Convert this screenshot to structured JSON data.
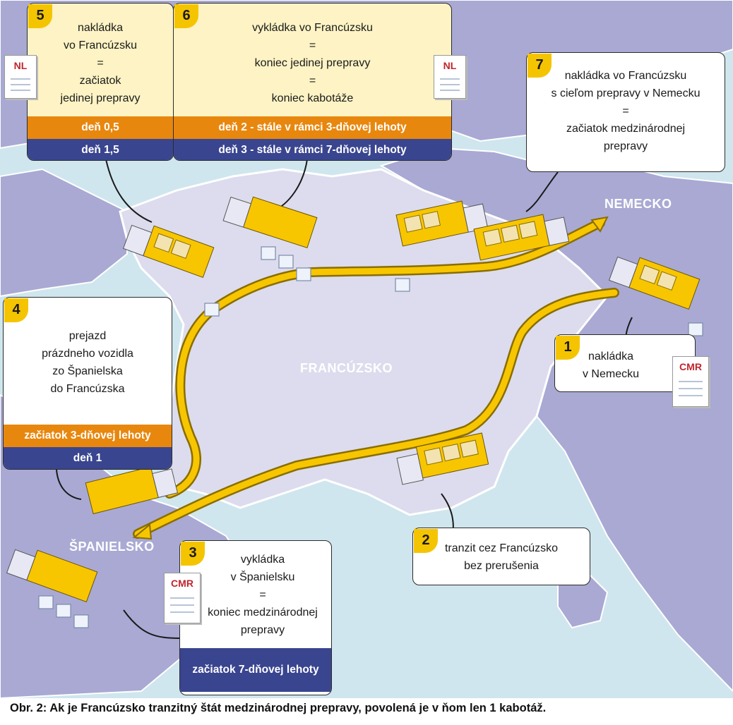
{
  "caption": "Obr. 2: Ak je Francúzsko tranzitný štát medzinárodnej prepravy, povolená je v ňom len 1 kabotáž.",
  "map": {
    "countries": {
      "germany": "NEMECKO",
      "france": "FRANCÚZSKO",
      "spain": "ŠPANIELSKO"
    },
    "colors": {
      "sea": "#cfe6ee",
      "neighbour_land": "#a9a9d4",
      "france": "#dcdcee",
      "route": "#f7c600",
      "orange_bar": "#e8870e",
      "navy_bar": "#3a4590",
      "badge": "#f5c400",
      "cream_box": "#fdf3c4"
    }
  },
  "documents": {
    "nl_left": "NL",
    "nl_right": "NL",
    "cmr_germany": "CMR",
    "cmr_spain": "CMR"
  },
  "steps": {
    "1": {
      "number": "1",
      "text": "nakládka\nv Nemecku"
    },
    "2": {
      "number": "2",
      "text": "tranzit cez Francúzsko\nbez prerušenia"
    },
    "3": {
      "number": "3",
      "text": "vykládka\nv Španielsku\n=\nkoniec medzinárodnej\nprepravy",
      "bar_navy": "začiatok 7-dňovej lehoty"
    },
    "4": {
      "number": "4",
      "text": "prejazd\nprázdneho vozidla\nzo Španielska\ndo Francúzska",
      "bar_orange": "začiatok 3-dňovej lehoty",
      "bar_navy": "deň 1"
    },
    "5": {
      "number": "5",
      "text": "nakládka\nvo Francúzsku\n=\nzačiatok\njedinej prepravy",
      "bar_orange": "deň 0,5",
      "bar_navy": "deň 1,5"
    },
    "6": {
      "number": "6",
      "text": "vykládka vo Francúzsku\n=\nkoniec jedinej prepravy\n=\nkoniec kabotáže",
      "bar_orange": "deň 2 - stále v rámci 3-dňovej lehoty",
      "bar_navy": "deň 3 - stále v rámci 7-dňovej lehoty"
    },
    "7": {
      "number": "7",
      "text": "nakládka vo Francúzsku\ns cieľom prepravy v Nemecku\n=\nzačiatok medzinárodnej\nprepravy"
    }
  }
}
